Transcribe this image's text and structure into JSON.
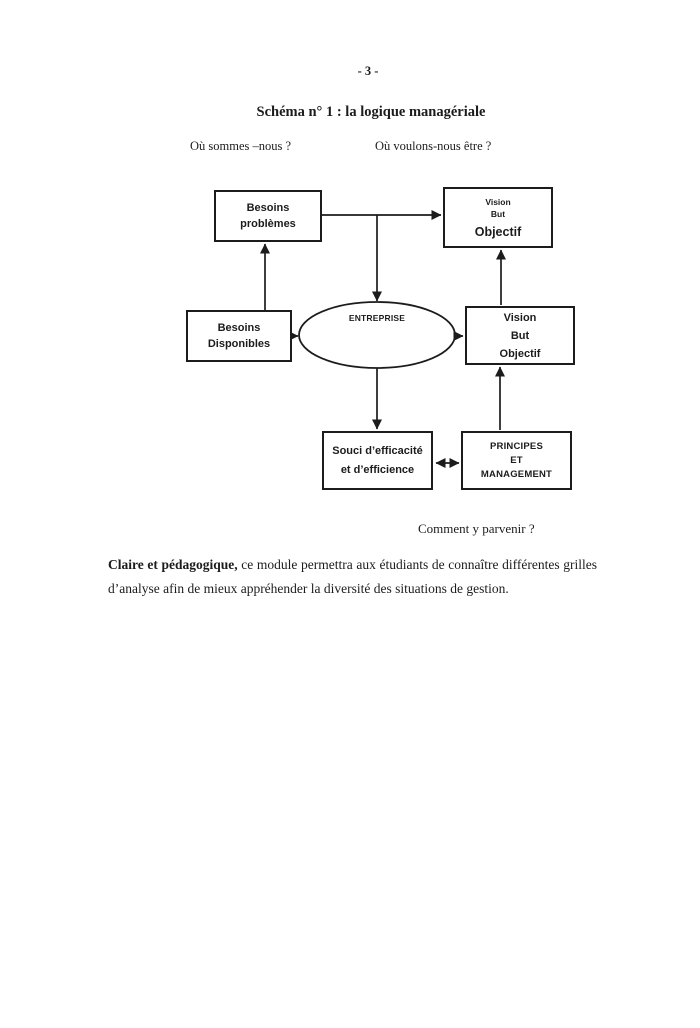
{
  "colors": {
    "ink": "#1c1c1c",
    "paper": "#ffffff"
  },
  "page": {
    "number_label": "- 3 -",
    "title": "Schéma n° 1 : la logique managériale"
  },
  "questions": {
    "where_are_we": "Où sommes –nous ?",
    "where_want_to_be": "Où voulons-nous être ?",
    "how_to_get_there": "Comment y parvenir ?"
  },
  "diagram": {
    "entreprise": {
      "label": "ENTREPRISE"
    },
    "boxes": {
      "besoins_problemes": {
        "lines": [
          "Besoins",
          "problèmes"
        ]
      },
      "vision_but_objectif_top": {
        "lines": [
          "Vision",
          "But",
          "Objectif"
        ]
      },
      "besoins_disponibles": {
        "lines": [
          "Besoins",
          "Disponibles"
        ]
      },
      "vision_but_objectif_right": {
        "lines": [
          "Vision",
          "But",
          "Objectif"
        ]
      },
      "souci_efficacite": {
        "lines": [
          "Souci d’efficacité",
          "et d’efficience"
        ]
      },
      "principes_management": {
        "lines": [
          "PRINCIPES",
          "ET",
          "MANAGEMENT"
        ]
      }
    }
  },
  "paragraph": {
    "lead_bold": "Claire et pédagogique,",
    "rest": "ce module permettra aux étudiants de connaître différentes grilles d’analyse afin de mieux appréhender la diversité des situations de gestion."
  }
}
